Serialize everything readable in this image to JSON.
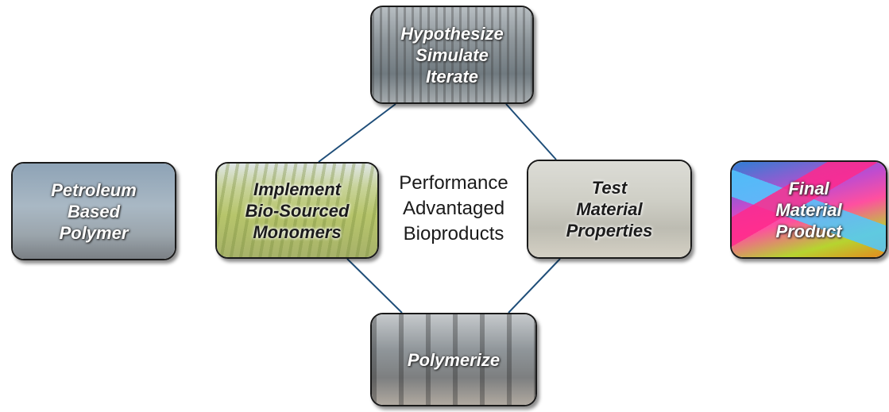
{
  "nodes": {
    "hypothesize": {
      "label": "Hypothesize\nSimulate\nIterate",
      "image": "server-room-photo"
    },
    "implement": {
      "label": "Implement\nBio-Sourced\nMonomers",
      "image": "cornfield-photo"
    },
    "test": {
      "label": "Test\nMaterial\nProperties",
      "image": "laboratory-photo"
    },
    "polymerize": {
      "label": "Polymerize",
      "image": "reactor-array-photo"
    },
    "petroleum": {
      "label": "Petroleum\nBased\nPolymer",
      "image": "refinery-photo"
    },
    "final": {
      "label": "Final\nMaterial\nProduct",
      "image": "colorful-fibers-photo"
    }
  },
  "center": {
    "label": "Performance\nAdvantaged\nBioproducts"
  },
  "colors": {
    "connector": "#1f4e79",
    "border": "#1a1a1a"
  }
}
